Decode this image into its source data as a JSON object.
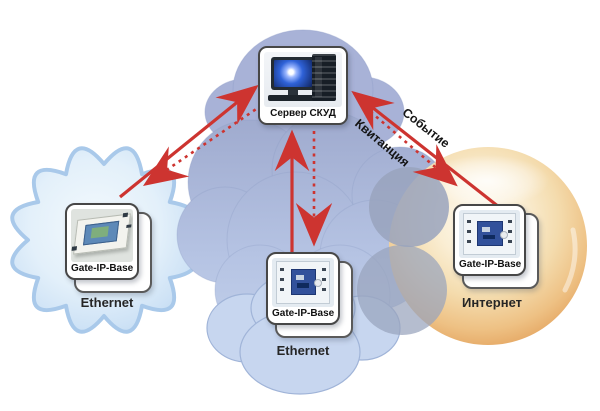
{
  "server": {
    "label": "Сервер СКУД"
  },
  "flows": {
    "event": "Событие",
    "receipt": "Квитанция"
  },
  "segments": [
    {
      "device": "Gate-IP-Base",
      "network": "Ethernet"
    },
    {
      "device": "Gate-IP-Base",
      "network": "Ethernet"
    },
    {
      "device": "Gate-IP-Base",
      "network": "Интернет"
    }
  ],
  "colors": {
    "arrow": "#cd3430",
    "core_cloud": "#a8b2d7",
    "lan_cloud": "#c7d6ef",
    "starburst": "#dcebf9",
    "internet_sphere": "#eec184"
  }
}
